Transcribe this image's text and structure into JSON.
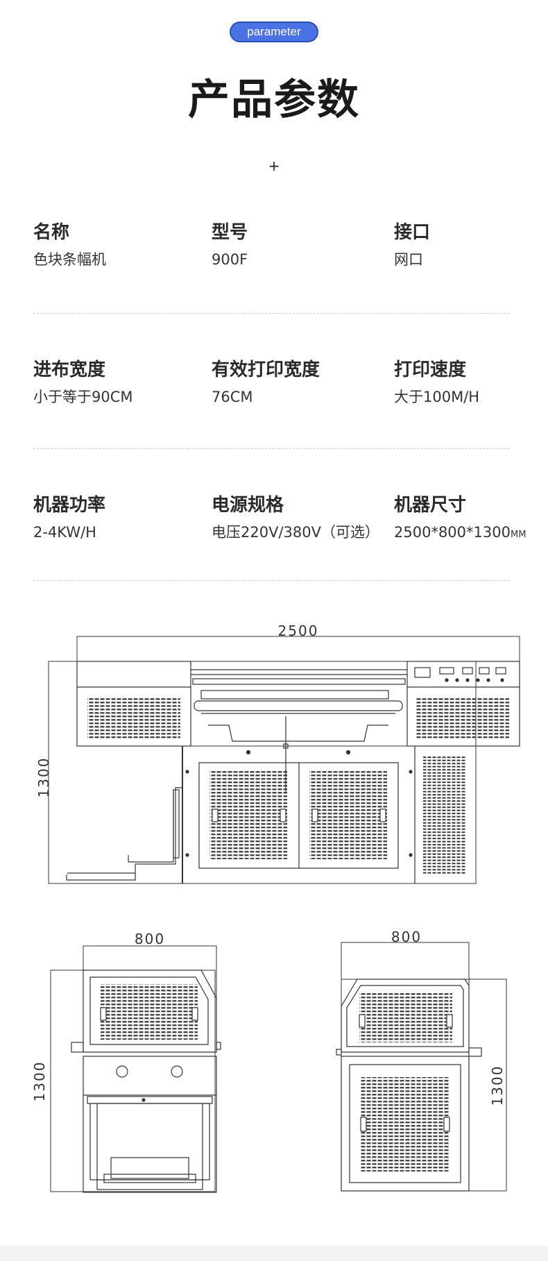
{
  "badge": "parameter",
  "title": "产品参数",
  "plus": "+",
  "specs": [
    {
      "label": "名称",
      "value": "色块条幅机"
    },
    {
      "label": "型号",
      "value": "900F"
    },
    {
      "label": "接口",
      "value": "网口"
    },
    {
      "label": "进布宽度",
      "value": "小于等于90CM"
    },
    {
      "label": "有效打印宽度",
      "value": "76CM"
    },
    {
      "label": "打印速度",
      "value": "大于100M/H"
    },
    {
      "label": "机器功率",
      "value": "2-4KW/H"
    },
    {
      "label": "电源规格",
      "value": "电压220V/380V（可选）"
    },
    {
      "label": "机器尺寸",
      "value": "2500*800*1300",
      "unit": "MM"
    }
  ],
  "drawings": {
    "front": {
      "width_dim": "2500",
      "height_dim": "1300"
    },
    "side_left": {
      "width_dim": "800",
      "height_dim": "1300"
    },
    "side_right": {
      "width_dim": "800",
      "height_dim": "1300"
    }
  },
  "colors": {
    "accent": "#4a72e4",
    "accent_border": "#2c4fb3",
    "line": "#333333"
  }
}
